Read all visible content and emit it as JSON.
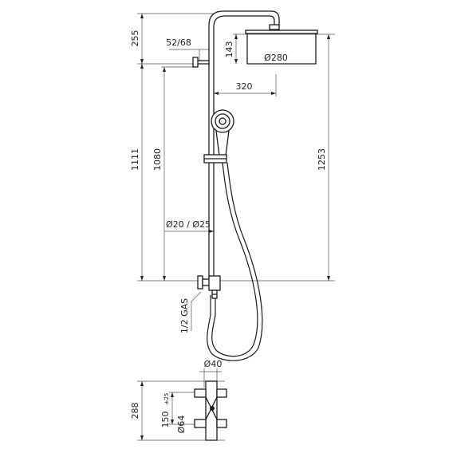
{
  "dimensions": {
    "top_height": "255",
    "overall_height": "1111",
    "bar_height": "1080",
    "total_height": "1253",
    "arm_length": "320",
    "arm_drop": "143",
    "head_diameter": "Ø280",
    "holder_size": "52/68",
    "pipe_diameter": "Ø20 / Ø25",
    "inlet_thread": "1/2 GAS",
    "mixer_width": "Ø40",
    "box_height": "288",
    "center_distance": "150",
    "center_tolerance": "±25",
    "escutcheon_diameter": "Ø64"
  },
  "colors": {
    "line": "#1a1a1a",
    "dimension": "#555555"
  }
}
